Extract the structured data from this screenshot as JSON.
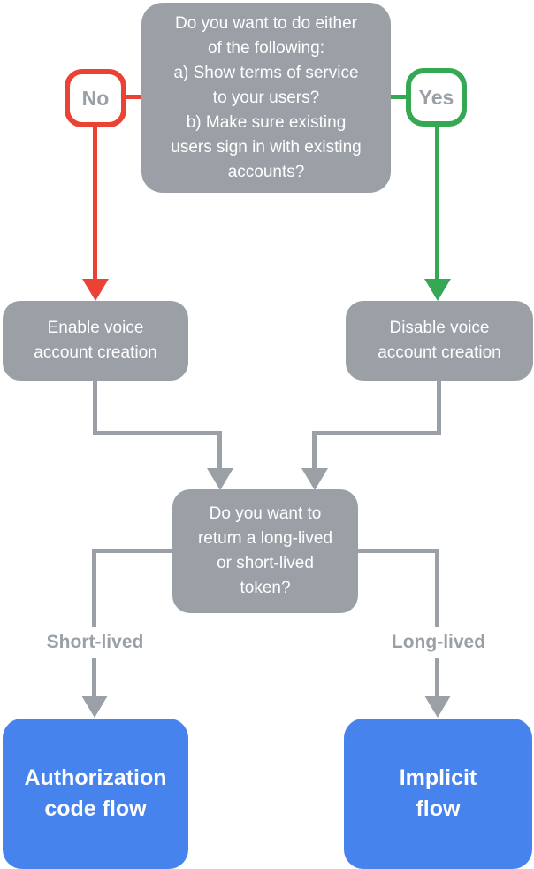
{
  "colors": {
    "node_gray": "#9AA0A6",
    "no_red": "#EA4335",
    "yes_green": "#34A853",
    "result_blue": "#4683EC",
    "node_text": "#FFFFFF",
    "badge_text": "#9AA0A6",
    "background": "#FFFFFF"
  },
  "nodes": {
    "top_question": {
      "text": "Do you want to do either\nof the following:\na) Show terms of service\nto your users?\nb) Make sure existing\nusers sign in with existing\naccounts?"
    },
    "no_badge": {
      "label": "No"
    },
    "yes_badge": {
      "label": "Yes"
    },
    "enable_voice": {
      "text": "Enable voice\naccount creation"
    },
    "disable_voice": {
      "text": "Disable voice\naccount creation"
    },
    "token_question": {
      "text": "Do you want to\nreturn a long-lived\nor short-lived\ntoken?"
    },
    "short_lived_label": {
      "label": "Short-lived"
    },
    "long_lived_label": {
      "label": "Long-lived"
    },
    "authorization_code_flow": {
      "text": "Authorization\ncode flow"
    },
    "implicit_flow": {
      "text": "Implicit\nflow"
    }
  }
}
